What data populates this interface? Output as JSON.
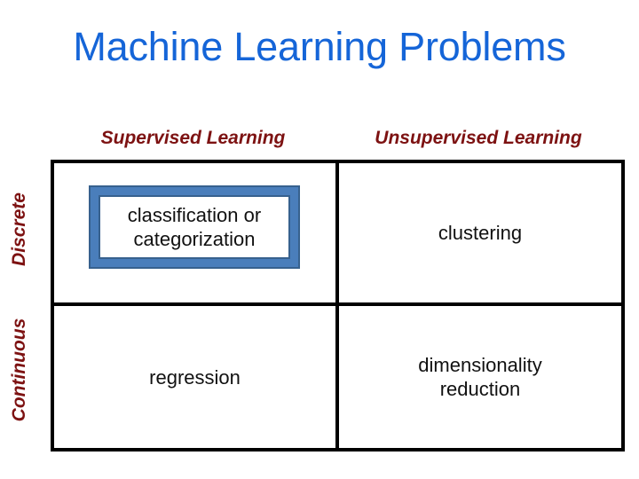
{
  "title": "Machine Learning Problems",
  "colors": {
    "title": "#1565d8",
    "header_red": "#7d1212",
    "cell_text": "#111111",
    "grid_line": "#000000",
    "highlight_fill": "#4a7ebb",
    "highlight_border": "#37618e",
    "background": "#ffffff"
  },
  "matrix": {
    "column_headers": [
      {
        "label": "Supervised Learning"
      },
      {
        "label": "Unsupervised Learning"
      }
    ],
    "row_headers": [
      {
        "label": "Discrete"
      },
      {
        "label": "Continuous"
      }
    ],
    "cells": [
      [
        {
          "label": "classification or categorization",
          "line1": "classification or",
          "line2": "categorization",
          "highlighted": true
        },
        {
          "label": "clustering",
          "line1": "clustering",
          "line2": "",
          "highlighted": false
        }
      ],
      [
        {
          "label": "regression",
          "line1": "regression",
          "line2": "",
          "highlighted": false
        },
        {
          "label": "dimensionality reduction",
          "line1": "dimensionality",
          "line2": "reduction",
          "highlighted": false
        }
      ]
    ]
  }
}
